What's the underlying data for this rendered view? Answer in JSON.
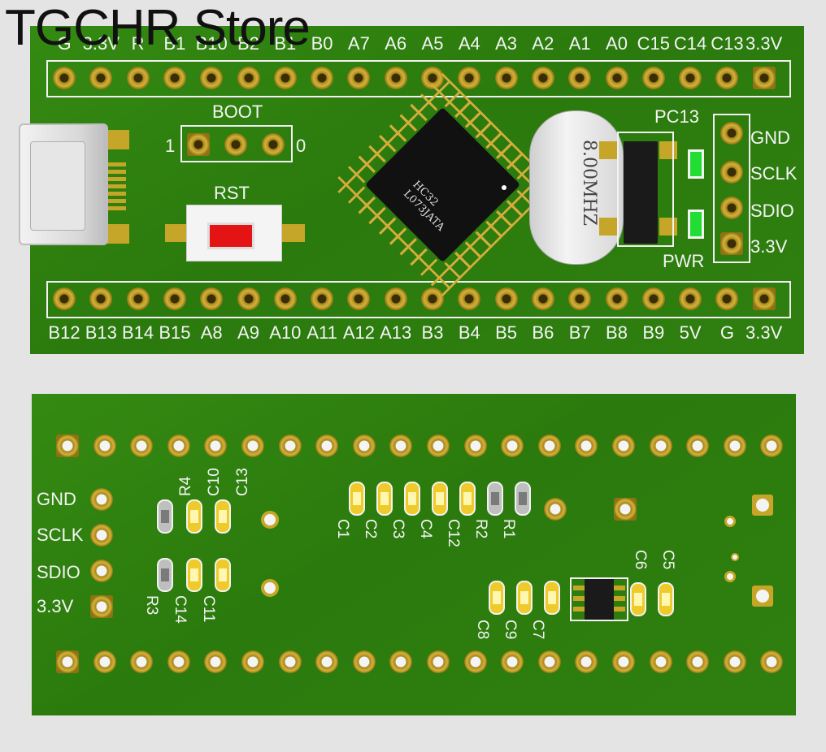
{
  "store": {
    "title": "TGCHR Store"
  },
  "top_board": {
    "header_top_labels": [
      "G",
      "3.3V",
      "R",
      "B1",
      "B10",
      "B2",
      "B1",
      "B0",
      "A7",
      "A6",
      "A5",
      "A4",
      "A3",
      "A2",
      "A1",
      "A0",
      "C15",
      "C14",
      "C13",
      "3.3V"
    ],
    "header_bottom_labels": [
      "B12",
      "B13",
      "B14",
      "B15",
      "A8",
      "A9",
      "A10",
      "A11",
      "A12",
      "A13",
      "B3",
      "B4",
      "B5",
      "B6",
      "B7",
      "B8",
      "B9",
      "5V",
      "G",
      "3.3V"
    ],
    "swd_labels": [
      "GND",
      "SCLK",
      "SDIO",
      "3.3V"
    ],
    "boot": {
      "label": "BOOT",
      "left": "1",
      "right": "0"
    },
    "rst_label": "RST",
    "chip_marking": [
      "HC32",
      "L073JATA"
    ],
    "crystal_marking": "8.00MHZ",
    "led_labels": {
      "pc13": "PC13",
      "pwr": "PWR"
    }
  },
  "bottom_board": {
    "swd_labels": [
      "GND",
      "SCLK",
      "SDIO",
      "3.3V"
    ],
    "components_left_top": [
      "R4",
      "C10",
      "C13"
    ],
    "components_left_bottom": [
      "R3",
      "C14",
      "C11"
    ],
    "components_middle": [
      "C1",
      "C2",
      "C3",
      "C4",
      "C12",
      "R2",
      "R1"
    ],
    "components_right_bottom": [
      "C8",
      "C9",
      "C7"
    ],
    "components_right_top": [
      "C6",
      "C5"
    ]
  }
}
